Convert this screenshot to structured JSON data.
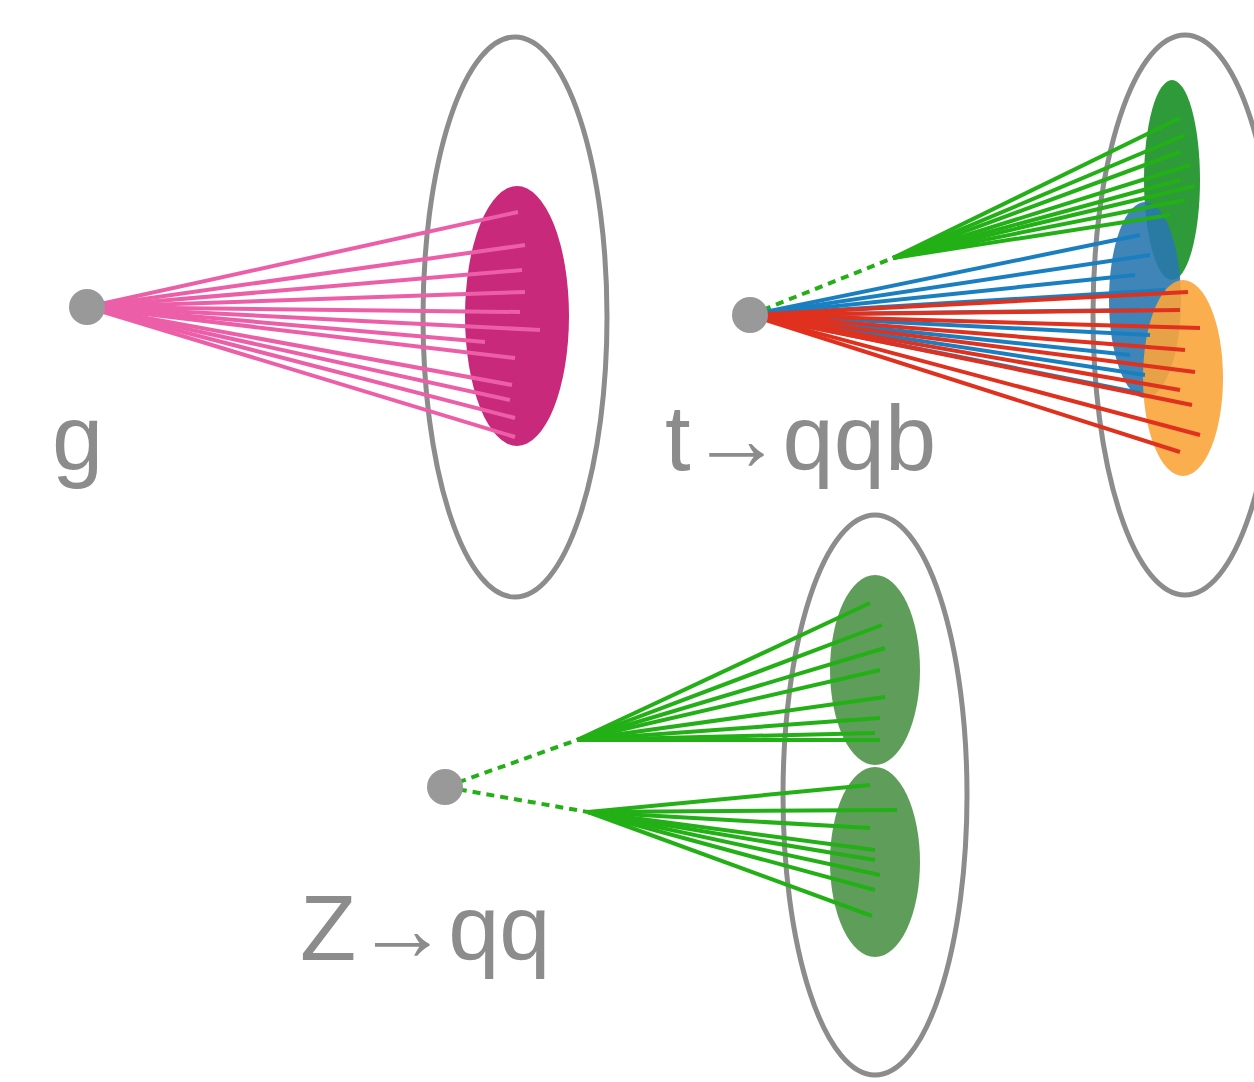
{
  "diagram": {
    "labels": [
      "g",
      "t→qqb",
      "Z→qq"
    ]
  }
}
